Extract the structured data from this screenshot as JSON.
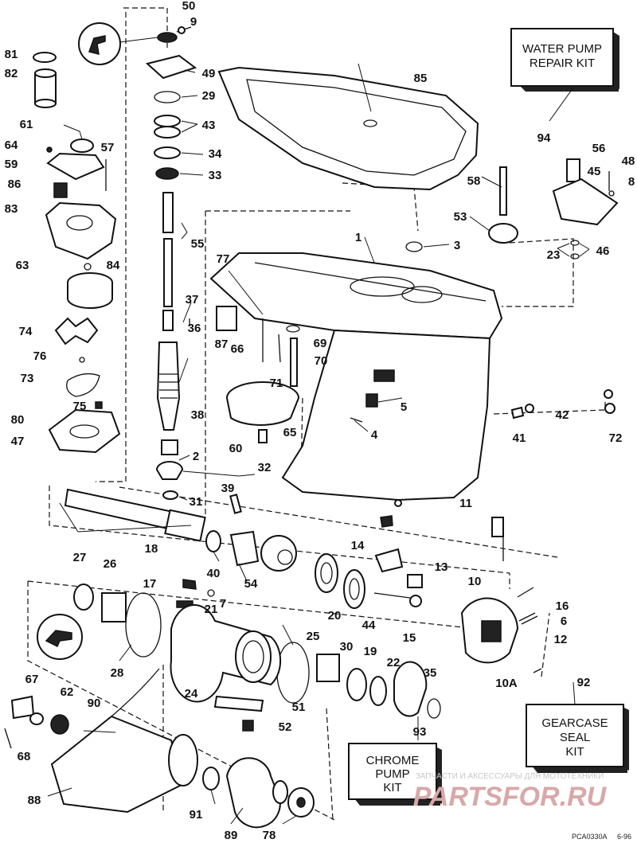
{
  "part_labels": [
    "50",
    "9",
    "81",
    "82",
    "49",
    "29",
    "61",
    "43",
    "64",
    "57",
    "34",
    "59",
    "33",
    "86",
    "83",
    "55",
    "84",
    "63",
    "37",
    "74",
    "36",
    "76",
    "73",
    "38",
    "75",
    "80",
    "47",
    "2",
    "32",
    "31",
    "39",
    "18",
    "40",
    "54",
    "27",
    "26",
    "17",
    "7",
    "21",
    "28",
    "24",
    "25",
    "30",
    "19",
    "22",
    "35",
    "51",
    "52",
    "67",
    "62",
    "90",
    "68",
    "88",
    "91",
    "89",
    "78",
    "85",
    "94",
    "58",
    "3",
    "53",
    "56",
    "45",
    "48",
    "8",
    "23",
    "46",
    "1",
    "77",
    "87",
    "66",
    "69",
    "70",
    "71",
    "60",
    "65",
    "5",
    "4",
    "42",
    "41",
    "72",
    "11",
    "14",
    "13",
    "10",
    "16",
    "6",
    "12",
    "20",
    "44",
    "15",
    "10A",
    "92",
    "93"
  ],
  "kits": {
    "water_pump": [
      "WATER PUMP",
      "REPAIR KIT"
    ],
    "chrome_pump": [
      "CHROME",
      "PUMP",
      "KIT"
    ],
    "gearcase_seal": [
      "GEARCASE",
      "SEAL",
      "KIT"
    ]
  },
  "footer": {
    "code": "PCA0330A",
    "date": "6-96"
  },
  "watermark": {
    "text": "ЗАПЧАСТИ И АКСЕССУАРЫ ДЛЯ МОТОТЕХНИКИ",
    "logo": "PARTSFOR.RU"
  }
}
